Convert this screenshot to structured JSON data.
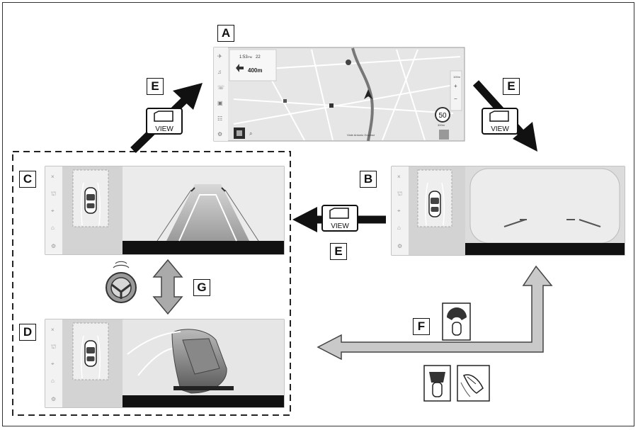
{
  "labels": {
    "a": "A",
    "b": "B",
    "c": "C",
    "d": "D",
    "e": "E",
    "f": "F",
    "g": "G"
  },
  "view_button_text": "VIEW",
  "nav": {
    "time": "1:53",
    "time_suffix": "PM",
    "temp": "22",
    "turn_distance": "400m",
    "speed_limit": "50",
    "speed_sub": "300m",
    "street": "Viale Antonio Gramsci",
    "scale": "100m"
  }
}
